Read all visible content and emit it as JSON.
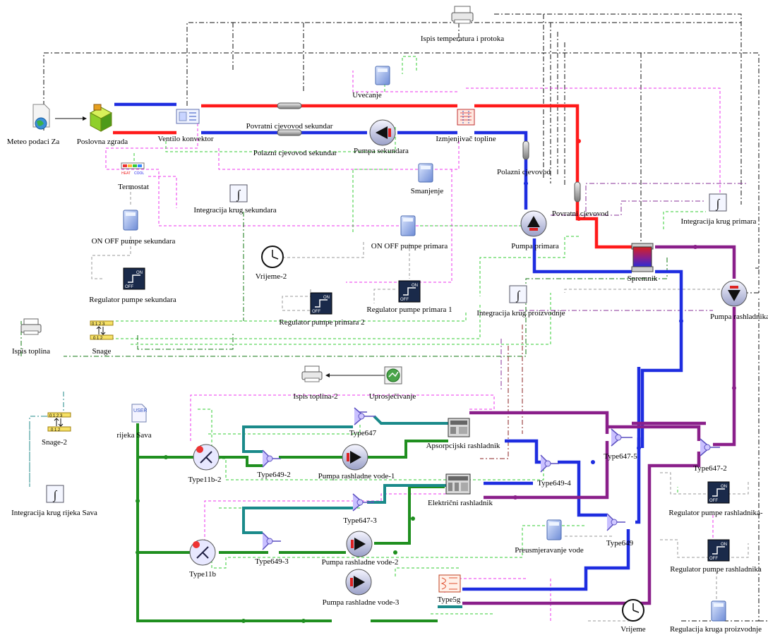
{
  "labels": {
    "print_temp_flow": "Ispis temperatura i protoka",
    "uvecanje": "Uvećanje",
    "meteo": "Meteo podaci Za",
    "building": "Poslovna zgrada",
    "fan_coil": "Ventilo konvektor",
    "return_sec": "Povratni cjevovod sekundar",
    "supply_sec": "Polazni cjevovod sekundar",
    "pump_sec": "Pumpa sekundara",
    "heat_exchanger": "Izmjenjivač topline",
    "thermostat": "Termostat",
    "smanjenje": "Smanjenje",
    "supply_pipe": "Polazni cjevovod",
    "return_pipe": "Povratni cjevovod",
    "integ_sec": "Integracija krug sekundara",
    "integ_prim": "Integracija krug primara",
    "onoff_sec": "ON OFF pumpe sekundara",
    "onoff_prim": "ON OFF pumpe primara",
    "pump_prim": "Pumpa primara",
    "vrijeme2": "Vrijeme-2",
    "storage": "Spremnik",
    "reg_sec": "Regulator pumpe sekundara",
    "reg_prim1": "Regulator pumpe primara 1",
    "reg_prim2": "Regulator pumpe primara  2",
    "integ_prod": "Integracija krug proizvodnje",
    "pump_cool": "Pumpa rashladnika",
    "print_heat": "Ispis toplina",
    "snage": "Snage",
    "print_heat2": "Ispis toplina-2",
    "averaging": "Uprosječivanje",
    "snage2": "Snage-2",
    "river": "rijeka Sava",
    "type647": "Type647",
    "absorp_chiller": "Apsorpcijski rashladnik",
    "type647_5": "Type647-5",
    "type647_2": "Type647-2",
    "type11b_2": "Type11b-2",
    "type649_2": "Type649-2",
    "pump_cw1": "Pumpa rashladne vode-1",
    "type649_4": "Type649-4",
    "integ_river": "Integracija krug rijeka Sava",
    "elec_chiller": "Električni rashladnik",
    "reg_cool_a": "Regulator pumpe rashladnika-",
    "type647_3": "Type647-3",
    "type649": "Type649",
    "preusm": "Preusmjeravanje vode",
    "type649_3": "Type649-3",
    "pump_cw2": "Pumpa rashladne vode-2",
    "reg_cool_b": "Regulator pumpe rashladnika",
    "type11b": "Type11b",
    "pump_cw3": "Pumpa rashladne vode-3",
    "type5g": "Type5g",
    "vrijeme": "Vrijeme",
    "reg_prod": "Regulacija kruga proizvodnje",
    "icon_user": "USER",
    "icon_heat": "HEAT",
    "icon_cool": "COOL",
    "icon_on": "ON",
    "icon_off": "OFF",
    "snage_top": "0 1 2 3",
    "snage_bot": "0 1 2"
  },
  "colors": {
    "hot": "#ff1a1a",
    "cold": "#1e2de0",
    "cooling_water": "#1f8f1f",
    "teal": "#1a8a8a",
    "purple": "#8a1f8a",
    "signal_magenta": "#ee33ee",
    "signal_green": "#33cc33",
    "signal_gray": "#999999",
    "signal_black": "#111111",
    "signal_darkgreen": "#117711",
    "signal_purple": "#883399",
    "signal_teal": "#228888",
    "signal_darkred": "#882222"
  }
}
